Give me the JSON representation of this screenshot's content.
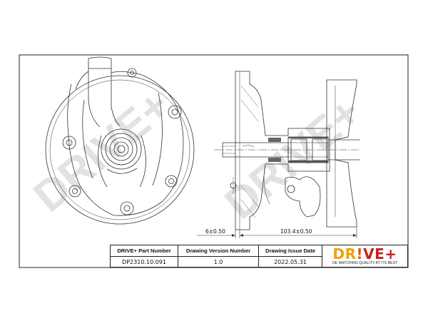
{
  "dimensions": {
    "flange_offset": "6±0.50",
    "overall_length": "103.4±0.50"
  },
  "watermark": "DRIVE+",
  "title_block": {
    "part_number_label": "DRIVE+ Part Number",
    "part_number": "DP2310.10.091",
    "version_label": "Drawing Version Number",
    "version": "1.0",
    "issue_date_label": "Drawing Issue Date",
    "issue_date": "2022.05.31",
    "logo": {
      "part1": "DR",
      "part2": "!",
      "part3": "VE+"
    },
    "logo_tagline": "OE MATCHING QUALITY AT ITS BEST"
  },
  "colors": {
    "logo_yellow": "#f2a007",
    "logo_orange": "#e05a0b",
    "logo_red": "#c8221c",
    "line": "#222222"
  }
}
